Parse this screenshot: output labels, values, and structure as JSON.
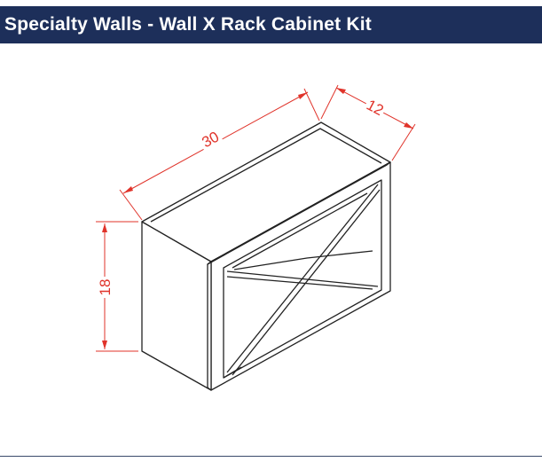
{
  "header": {
    "title": "Specialty Walls - Wall X Rack Cabinet Kit"
  },
  "diagram": {
    "dimensions": {
      "width": "30",
      "depth": "12",
      "height": "18"
    },
    "colors": {
      "header_bg": "#1d2f5a",
      "header_text": "#ffffff",
      "dimension_lines": "#e0332a",
      "cabinet_lines": "#222222"
    }
  }
}
